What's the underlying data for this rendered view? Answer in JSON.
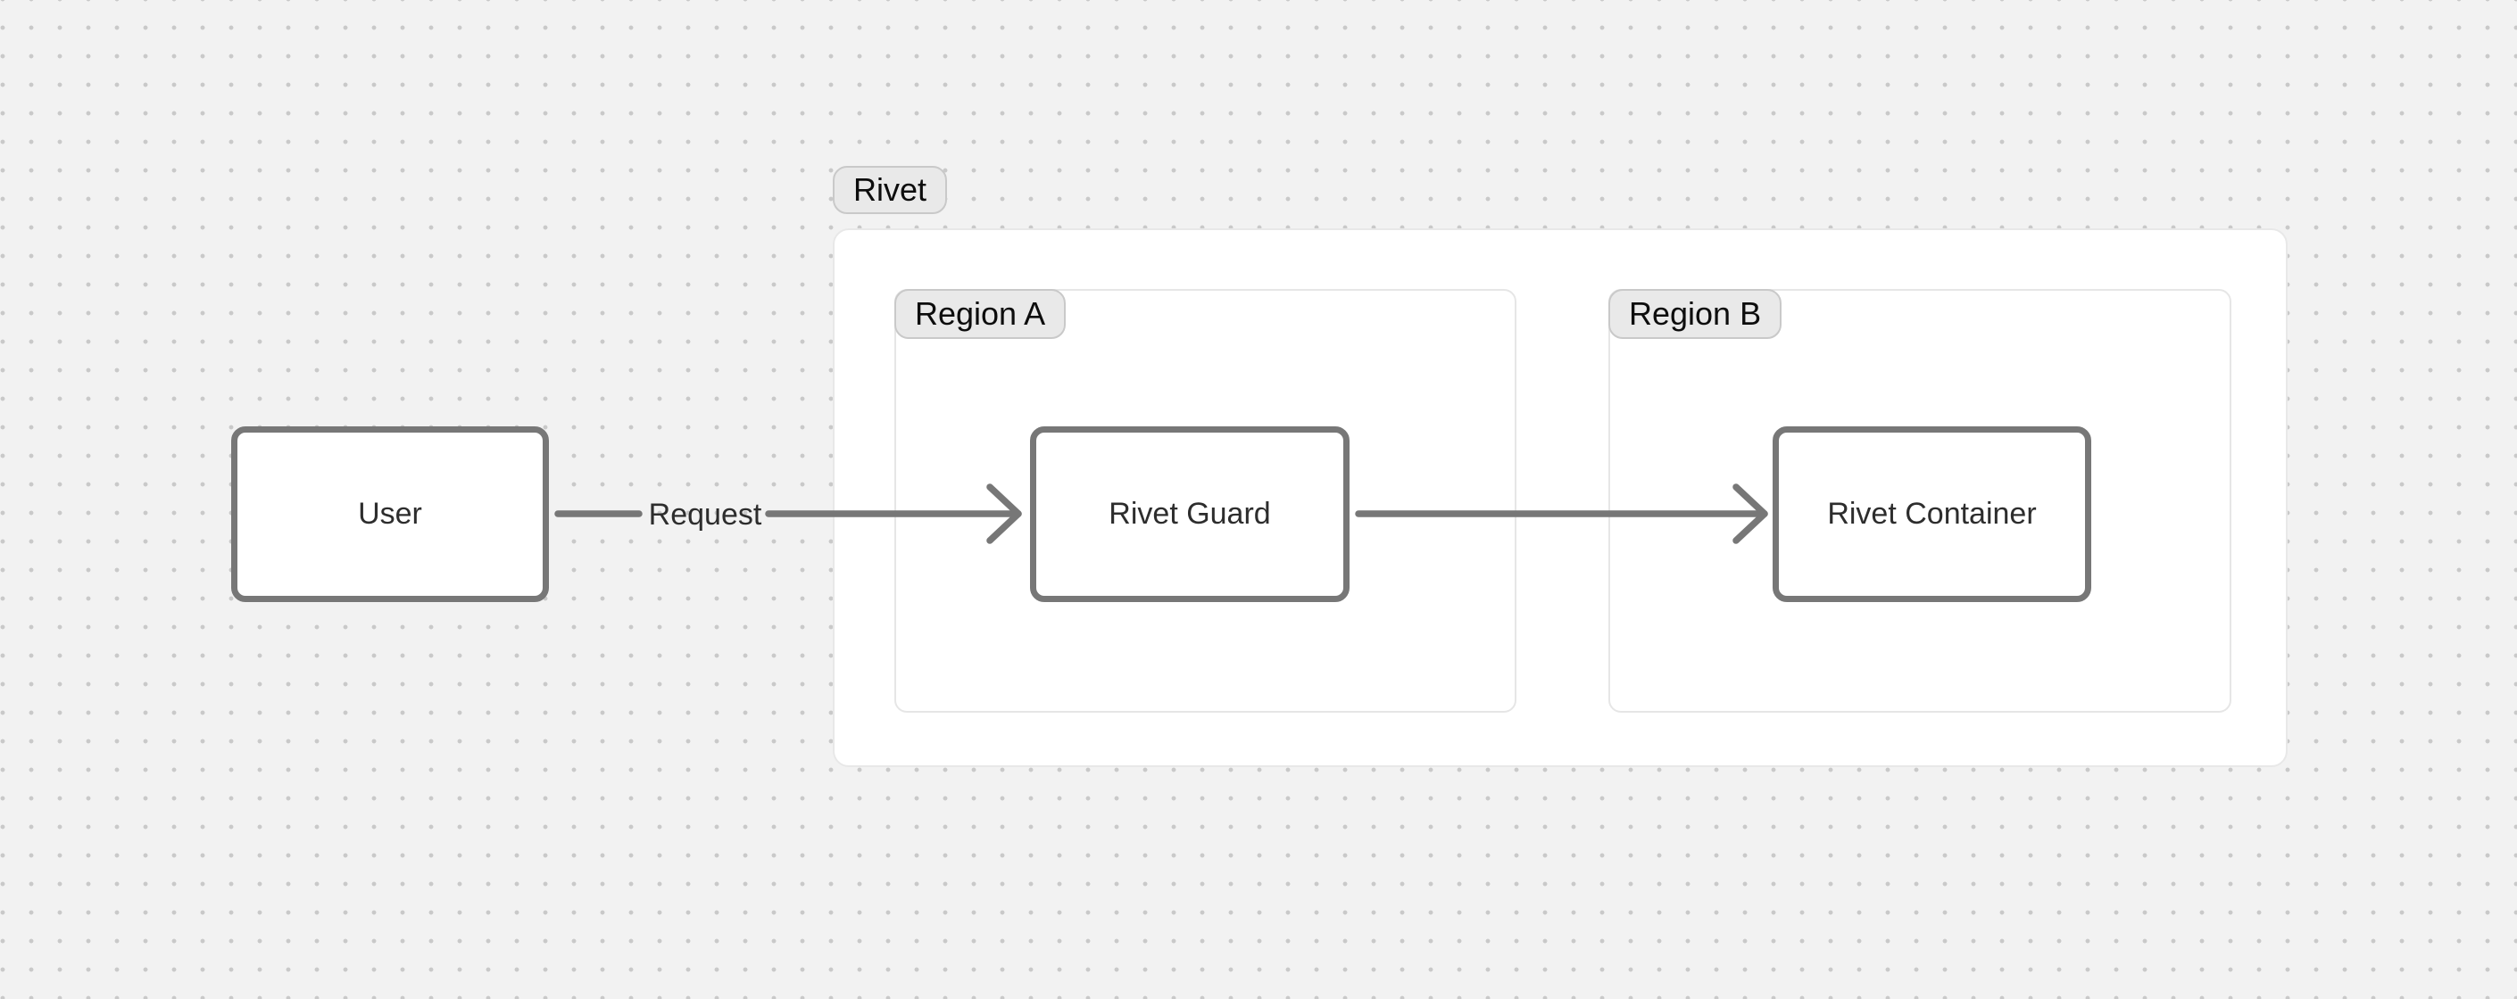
{
  "diagram": {
    "kind": "flowchart",
    "groups": [
      {
        "id": "rivet",
        "label": "Rivet",
        "contains": [
          "region-a",
          "region-b"
        ]
      },
      {
        "id": "region-a",
        "label": "Region A",
        "contains": [
          "rivet-guard"
        ]
      },
      {
        "id": "region-b",
        "label": "Region B",
        "contains": [
          "rivet-container"
        ]
      }
    ],
    "nodes": [
      {
        "id": "user",
        "label": "User"
      },
      {
        "id": "rivet-guard",
        "label": "Rivet Guard"
      },
      {
        "id": "rivet-container",
        "label": "Rivet Container"
      }
    ],
    "edges": [
      {
        "from": "user",
        "to": "rivet-guard",
        "label": "Request",
        "arrow": "open-chevron"
      },
      {
        "from": "rivet-guard",
        "to": "rivet-container",
        "label": "",
        "arrow": "open-chevron"
      }
    ]
  },
  "colors": {
    "canvas-bg": "#f2f2f2",
    "dot": "#c9c9c9",
    "container-bg": "#ffffff",
    "container-border": "#e8e8e8",
    "region-bg": "#ffffff",
    "region-border": "#e6e6e6",
    "badge-bg": "#e9e9e9",
    "badge-border": "#c9c9c9",
    "badge-text": "#0d0d0d",
    "node-bg": "#ffffff",
    "node-border": "#777777",
    "node-text": "#2d2d2d",
    "edge": "#777777",
    "edge-label-text": "#2d2d2d"
  }
}
